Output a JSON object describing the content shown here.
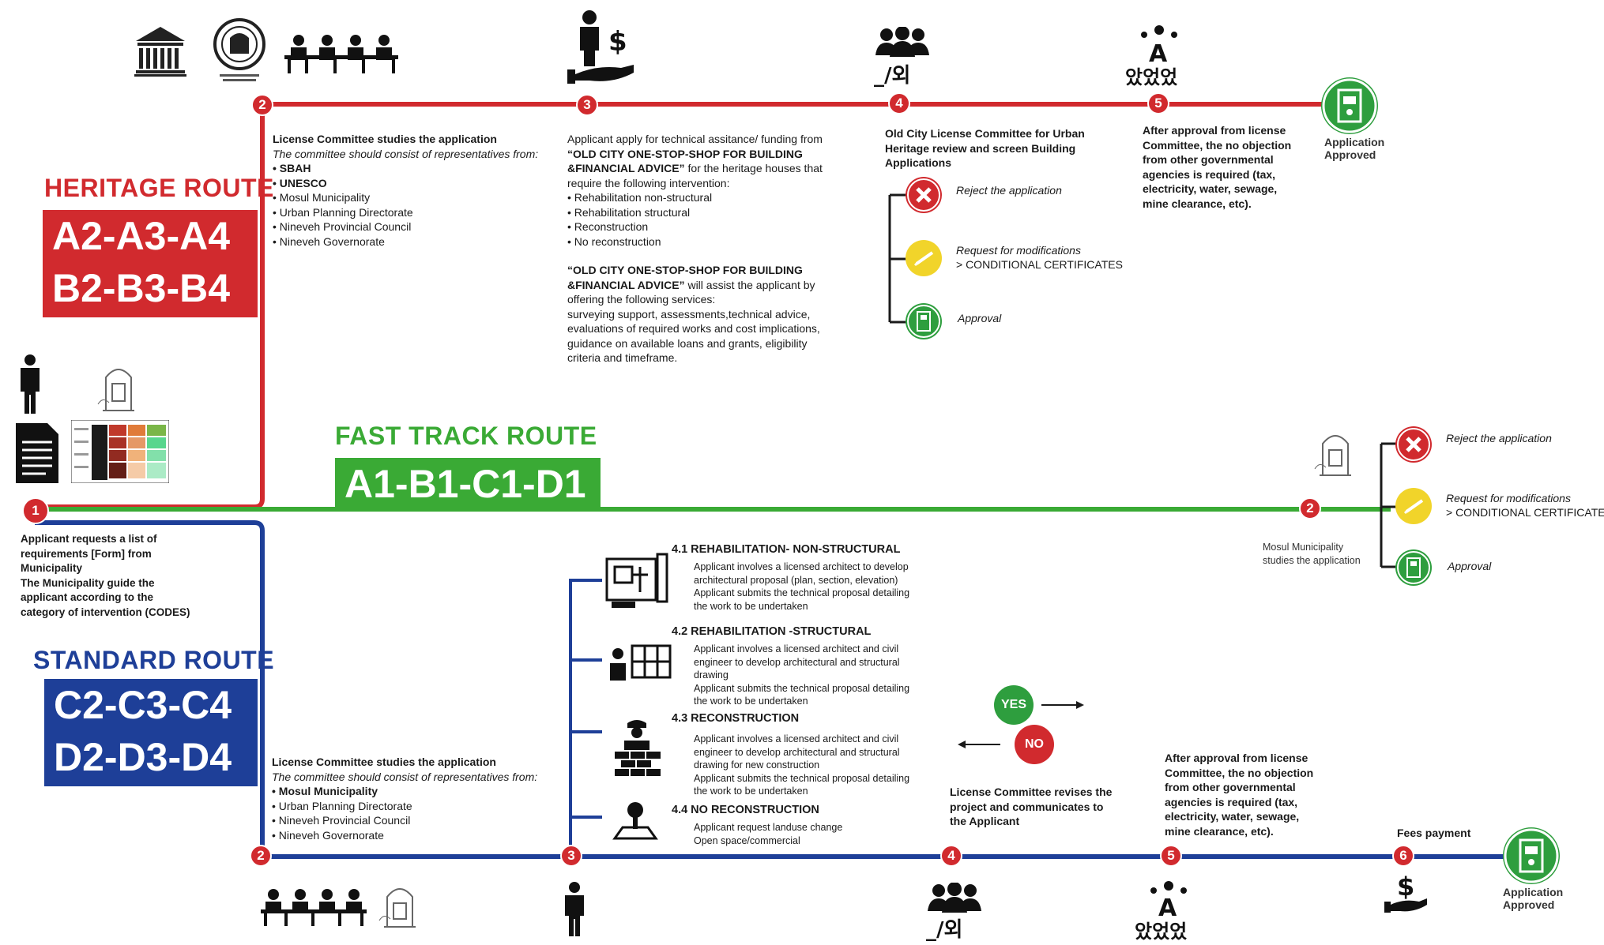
{
  "colors": {
    "heritage": "#d12a2e",
    "fast": "#3aaa35",
    "standard": "#1e3f98",
    "reject": "#d12a2e",
    "modify": "#f1d42a",
    "approve": "#2e9e3e"
  },
  "routes": {
    "heritage": {
      "title": "HERITAGE ROUTE",
      "codes_line1": "A2-A3-A4",
      "codes_line2": "B2-B3-B4"
    },
    "fast": {
      "title": "FAST TRACK ROUTE",
      "codes_line1": "A1-B1-C1-D1"
    },
    "standard": {
      "title": "STANDARD ROUTE",
      "codes_line1": "C2-C3-C4",
      "codes_line2": "D2-D3-D4"
    }
  },
  "step1": {
    "number": "1",
    "lines": [
      "Applicant requests a list of",
      "requirements [Form] from",
      "Municipality",
      "The Municipality guide the",
      "applicant according to the",
      "category of intervention (CODES)"
    ]
  },
  "heritage_steps": {
    "s2": {
      "number": "2",
      "title": "License Committee studies the application",
      "subtitle": "The committee should consist of representatives from:",
      "members": [
        "• SBAH",
        "• UNESCO",
        "• Mosul Municipality",
        "• Urban Planning Directorate",
        "• Nineveh Provincial Council",
        "• Nineveh Governorate"
      ]
    },
    "s3": {
      "number": "3",
      "lines": [
        "Applicant apply for technical assitance/ funding from",
        "“OLD CITY ONE-STOP-SHOP FOR BUILDING",
        "&FINANCIAL ADVICE” for the heritage houses that",
        "require the following intervention:",
        "• Rehabilitation non-structural",
        "• Rehabilitation structural",
        "• Reconstruction",
        "• No reconstruction"
      ],
      "lines2": [
        "“OLD CITY ONE-STOP-SHOP FOR BUILDING",
        "&FINANCIAL ADVICE” will assist the applicant by",
        "offering the following services:",
        "surveying support, assessments,technical advice,",
        "evaluations of required works and cost implications,",
        "guidance on available loans and grants, eligibility",
        "criteria and timeframe."
      ]
    },
    "s4": {
      "number": "4",
      "lines": [
        "Old City License Committee for Urban",
        "Heritage review and screen Building",
        "Applications"
      ],
      "reject": "Reject the application",
      "modify1": "Request for modifications",
      "modify2": "> CONDITIONAL CERTIFICATES",
      "approve": "Approval"
    },
    "s5": {
      "number": "5",
      "lines": [
        "After approval from license",
        "Committee, the no objection",
        "from other governmental",
        "agencies is required (tax,",
        "electricity, water, sewage,",
        "mine clearance, etc)."
      ]
    },
    "end": {
      "line1": "Application",
      "line2": "Approved"
    }
  },
  "fast_steps": {
    "s2": {
      "number": "2",
      "line1": "Mosul Municipality",
      "line2": "studies the application"
    },
    "reject": "Reject the application",
    "modify1": "Request for modifications",
    "modify2": "> CONDITIONAL CERTIFICATES",
    "approve": "Approval"
  },
  "standard_steps": {
    "s2": {
      "number": "2",
      "title": "License Committee studies the application",
      "subtitle": "The committee should consist of representatives from:",
      "members": [
        "• Mosul Municipality",
        "• Urban Planning Directorate",
        "• Nineveh Provincial Council",
        "• Nineveh Governorate"
      ]
    },
    "s3": {
      "number": "3",
      "options": [
        {
          "head": "4.1 REHABILITATION- NON-STRUCTURAL",
          "body": [
            "Applicant involves a licensed architect to develop",
            "architectural proposal (plan, section, elevation)",
            "Applicant submits the technical proposal detailing",
            "the work to be undertaken"
          ],
          "icon": "blueprint-icon"
        },
        {
          "head": "4.2 REHABILITATION -STRUCTURAL",
          "body": [
            "Applicant involves a licensed architect and civil",
            "engineer to develop architectural and structural",
            "drawing",
            "Applicant submits the technical proposal detailing",
            "the work to be undertaken"
          ],
          "icon": "structure-icon"
        },
        {
          "head": "4.3 RECONSTRUCTION",
          "body": [
            "Applicant involves a licensed architect and civil",
            "engineer to develop architectural and structural",
            "drawing for new construction",
            "Applicant submits the technical proposal detailing",
            "the work to be undertaken"
          ],
          "icon": "builder-icon"
        },
        {
          "head": "4.4 NO RECONSTRUCTION",
          "body": [
            "Applicant request landuse change",
            "Open space/commercial"
          ],
          "icon": "landuse-icon"
        }
      ]
    },
    "s4": {
      "number": "4",
      "yes": "YES",
      "no": "NO",
      "lines": [
        "License Committee revises the",
        "project and communicates to",
        "the Applicant"
      ]
    },
    "s5": {
      "number": "5",
      "lines": [
        "After approval from license",
        "Committee, the no objection",
        "from other governmental",
        "agencies is required (tax,",
        "electricity, water, sewage,",
        "mine clearance, etc)."
      ]
    },
    "s6": {
      "number": "6",
      "label": "Fees payment"
    },
    "end": {
      "line1": "Application",
      "line2": "Approved"
    }
  },
  "logos": {
    "unesco": "UNESCO"
  }
}
